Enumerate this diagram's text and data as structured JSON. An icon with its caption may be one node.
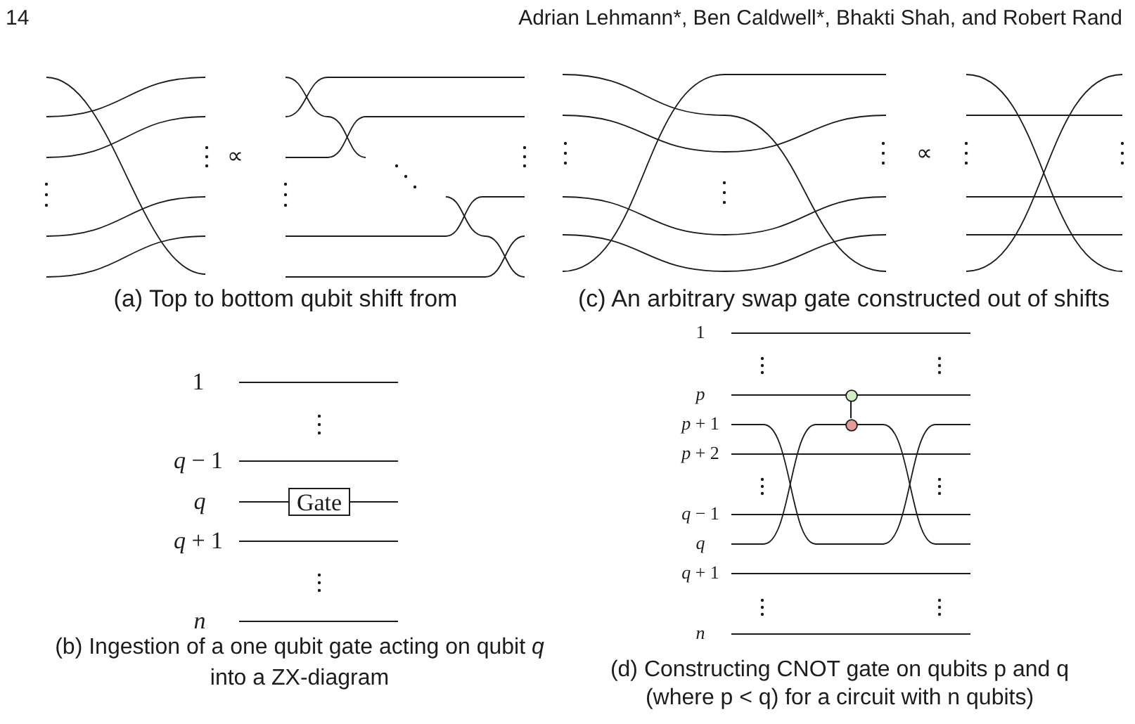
{
  "diagram": {
    "nodes": [
      {
        "text": [
          "Gate"
        ]
      },
      {
        "text": [],
        "shape": "circle"
      },
      {
        "text": [],
        "shape": "circle"
      }
    ],
    "edges": [
      {
        "from": 1,
        "to": 2,
        "arrow": "none"
      }
    ],
    "labels": [
      "14",
      "Adrian Lehmann*, Ben Caldwell*, Bhakti Shah, and Robert Rand",
      "∝",
      "∝",
      "(a) Top to bottom qubit shift from",
      "(c) An arbitrary swap gate constructed out of shifts",
      "1",
      "*q* − 1",
      "q",
      "*q* + 1",
      "n",
      "(b) Ingestion of a one qubit gate acting on qubit *q* into a ZX-diagram",
      "1",
      "p",
      "*p* + 1",
      "*p* + 2",
      "*q* − 1",
      "q",
      "*q* + 1",
      "n",
      "(d) Constructing CNOT gate on qubits p and q (where p < q) for a circuit with n qubits)"
    ]
  }
}
